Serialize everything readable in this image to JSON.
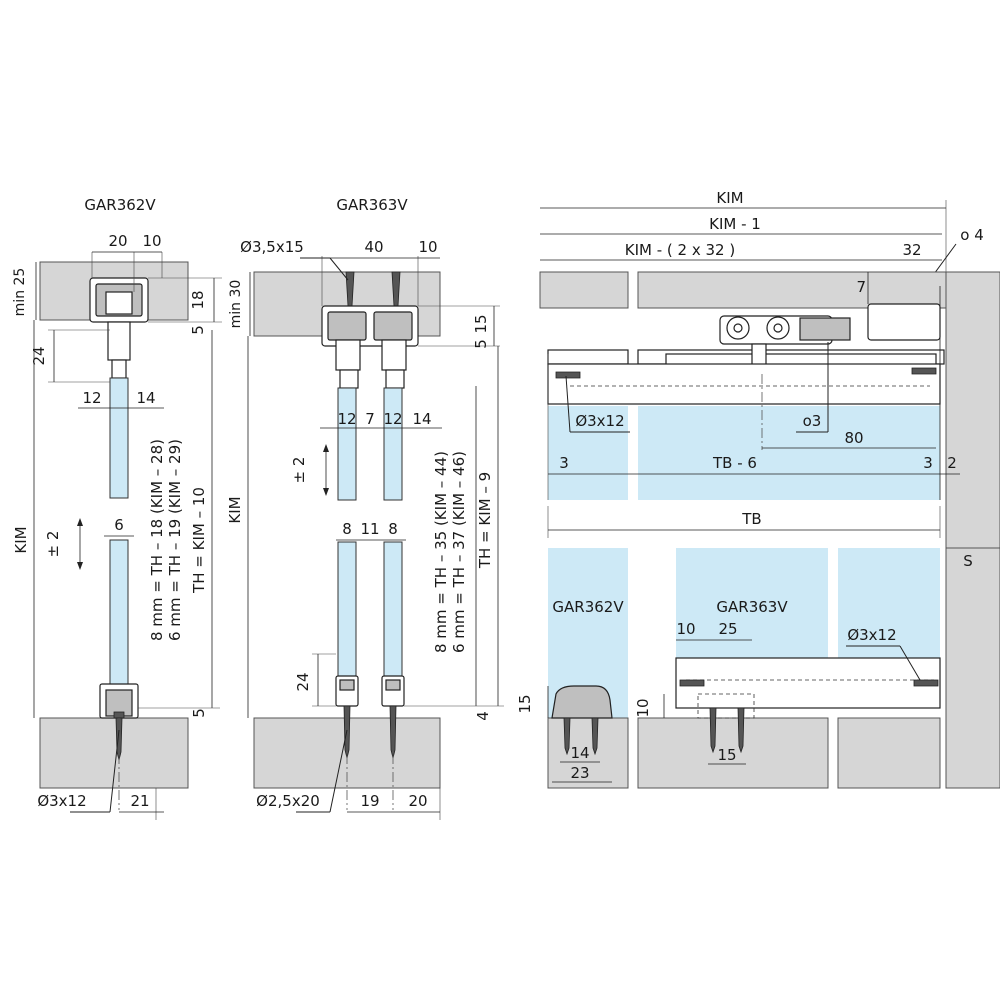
{
  "titles": {
    "left": "GAR362V",
    "middle": "GAR363V"
  },
  "left": {
    "dim_20": "20",
    "dim_10": "10",
    "min25": "min 25",
    "dim_18": "18",
    "dim_5_top": "5",
    "dim_24": "24",
    "dim_12": "12",
    "dim_14": "14",
    "kim": "KIM",
    "pm2": "± 2",
    "dim_6": "6",
    "formula_1": "8 mm = TH – 18 (KIM – 28)",
    "formula_2": "6 mm = TH – 19 (KIM – 29)",
    "formula_3": "TH = KIM – 10",
    "dim_5_bottom": "5",
    "screw": "Ø3x12",
    "dim_21": "21"
  },
  "middle": {
    "screw_top": "Ø3,5x15",
    "dim_40": "40",
    "dim_10": "10",
    "min30": "min 30",
    "dim_5": "5",
    "dim_15": "15",
    "dim_12a": "12",
    "dim_7": "7",
    "dim_12b": "12",
    "dim_14": "14",
    "pm2": "± 2",
    "kim": "KIM",
    "dim_8a": "8",
    "dim_11": "11",
    "dim_8b": "8",
    "formula_1": "8 mm = TH – 35 (KIM – 44)",
    "formula_2": "6 mm = TH – 37 (KIM – 46)",
    "formula_3": "TH = KIM – 9",
    "dim_24": "24",
    "dim_4": "4",
    "screw_bottom": "Ø2,5x20",
    "dim_19": "19",
    "dim_20": "20"
  },
  "right": {
    "kim": "KIM",
    "kim1": "KIM - 1",
    "kim2x32": "KIM - ( 2 x 32 )",
    "dim_32": "32",
    "o4": "ο 4",
    "dim_7": "7",
    "screw_a": "Ø3x12",
    "o3": "ο3",
    "dim_80": "80",
    "dim_3a": "3",
    "tb6": "TB - 6",
    "dim_3b": "3",
    "dim_2": "2",
    "tb": "TB",
    "s": "S",
    "gar362v": "GAR362V",
    "gar363v": "GAR363V",
    "dim_10a": "10",
    "dim_25": "25",
    "screw_b": "Ø3x12",
    "dim_15a": "15",
    "dim_10b": "10",
    "dim_14": "14",
    "dim_23": "23",
    "dim_15b": "15"
  }
}
